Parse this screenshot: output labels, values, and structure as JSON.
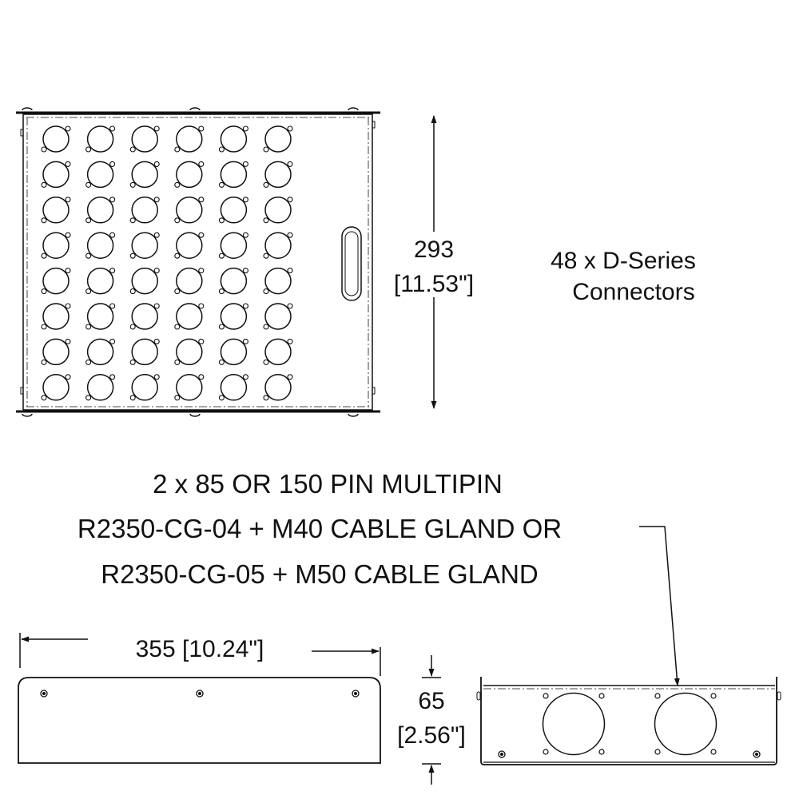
{
  "top_view": {
    "connector_columns": 6,
    "connector_rows": 8,
    "height_dimension": {
      "mm": "293",
      "inches": "[11.53\"]"
    }
  },
  "connector_note": {
    "line1": "48 x D-Series",
    "line2": "Connectors"
  },
  "multipin_note": {
    "line1": "2 x 85 OR 150 PIN MULTIPIN",
    "line2": "R2350-CG-04 + M40 CABLE GLAND OR",
    "line3": "R2350-CG-05 + M50 CABLE GLAND"
  },
  "side_view": {
    "width_dimension": "355 [10.24\"]",
    "height_dimension": {
      "mm": "65",
      "inches": "[2.56\"]"
    }
  },
  "colors": {
    "line": "#111111",
    "background": "#ffffff"
  }
}
